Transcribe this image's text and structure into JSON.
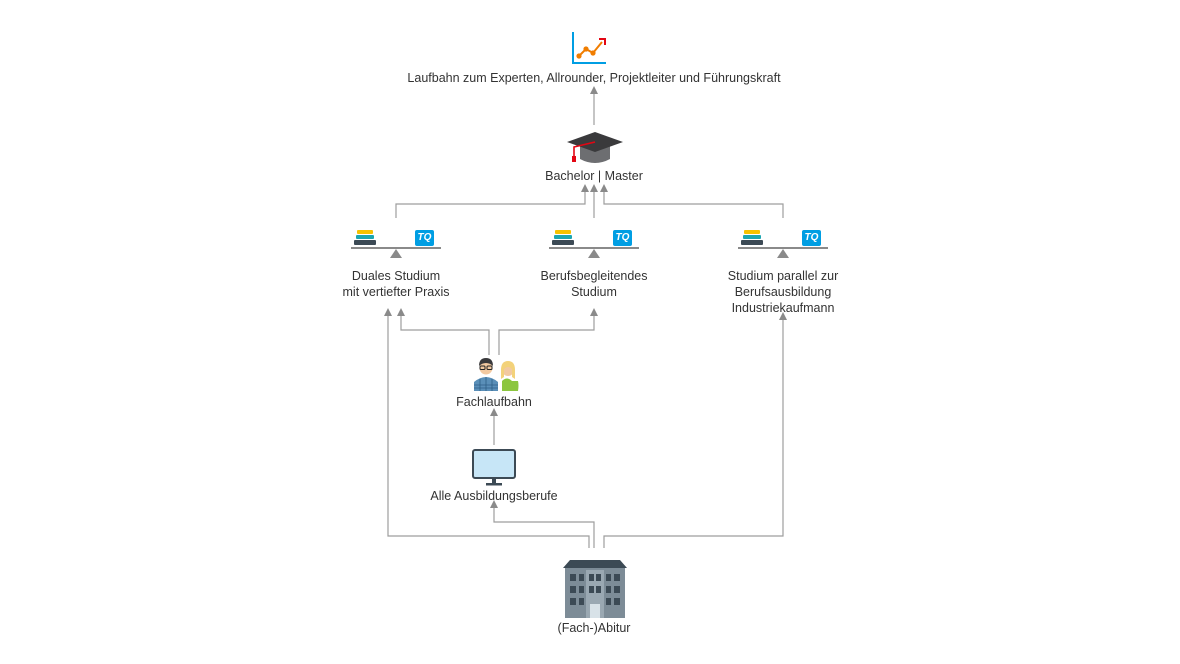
{
  "colors": {
    "line": "#9e9e9e",
    "accent": "#f07d00",
    "brand_blue": "#009ee3",
    "chart_red": "#e30613",
    "cap_tassel": "#e30613",
    "book_yellow": "#f6c200",
    "book_teal": "#1ba6b1",
    "book_dark": "#3c4a55",
    "building": "#7d8c97",
    "monitor": "#c7e6f7"
  },
  "nodes": {
    "goal": {
      "label": "Laufbahn zum Experten, Allrounder, Projektleiter und Führungskraft",
      "icon": "chart-icon"
    },
    "degree": {
      "label": "Bachelor | Master",
      "icon": "graduation-cap-icon"
    },
    "dual": {
      "line1": "Duales Studium",
      "line2": "mit vertiefter Praxis",
      "icon": "books-vs-tq-balance-icon"
    },
    "parttime": {
      "line1": "Berufsbegleitendes",
      "line2": "Studium",
      "icon": "books-vs-tq-balance-icon"
    },
    "parallel": {
      "line1": "Studium parallel zur",
      "line2": "Berufsausbildung",
      "line3": "Industriekaufmann",
      "icon": "books-vs-tq-balance-icon"
    },
    "career": {
      "label": "Fachlaufbahn",
      "icon": "people-icon"
    },
    "training": {
      "label": "Alle Ausbildungsberufe",
      "icon": "monitor-icon"
    },
    "school": {
      "label": "(Fach-)Abitur",
      "icon": "building-icon"
    }
  },
  "badges": {
    "tq": "TQ"
  }
}
